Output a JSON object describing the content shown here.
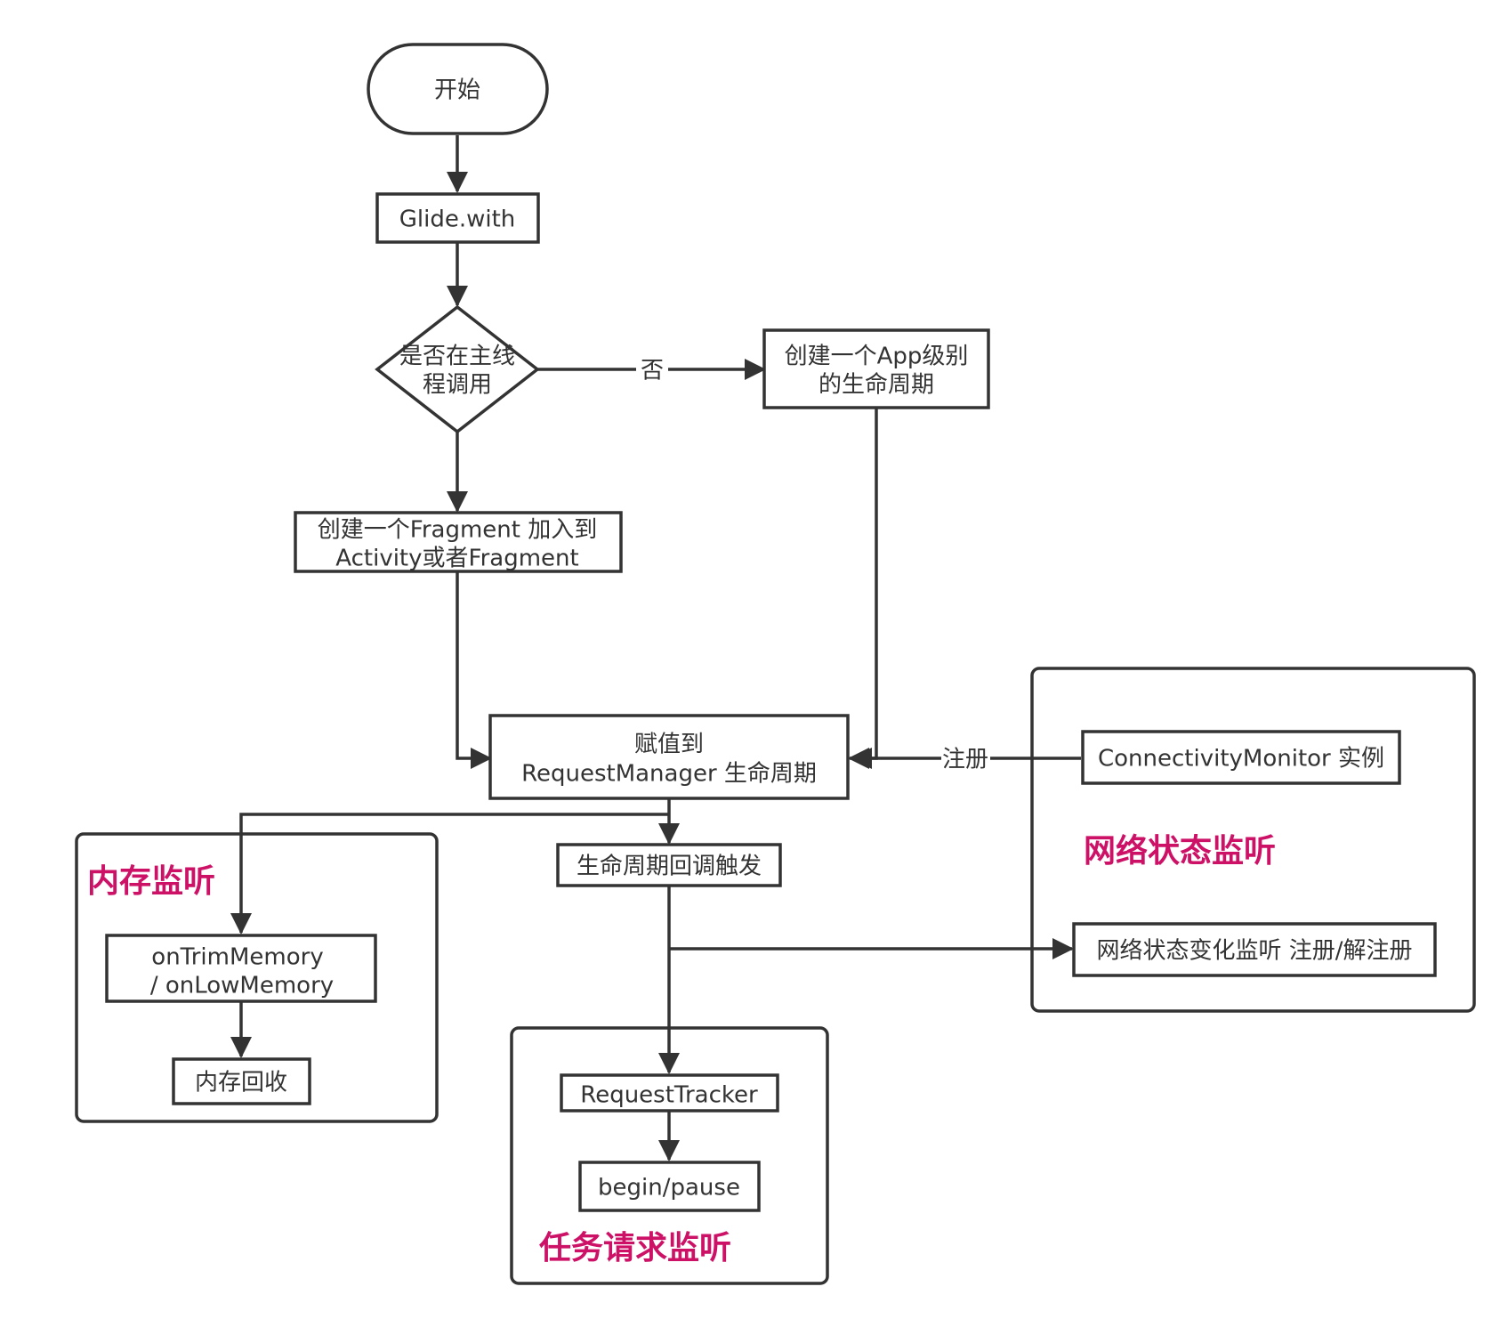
{
  "colors": {
    "stroke": "#333333",
    "group_title": "#cc1166",
    "background": "#ffffff"
  },
  "nodes": {
    "start": "开始",
    "glide_with": "Glide.with",
    "decision": [
      "是否在主线",
      "程调用"
    ],
    "app_lifecycle": [
      "创建一个App级别",
      "的生命周期"
    ],
    "create_fragment": [
      "创建一个Fragment 加入到",
      "Activity或者Fragment"
    ],
    "assign_lifecycle": [
      "赋值到",
      "RequestManager 生命周期"
    ],
    "lifecycle_trigger": "生命周期回调触发",
    "on_trim_memory": [
      "onTrimMemory",
      "/ onLowMemory"
    ],
    "memory_recycle": "内存回收",
    "request_tracker": "RequestTracker",
    "begin_pause": "begin/pause",
    "connectivity_monitor": "ConnectivityMonitor 实例",
    "network_register": "网络状态变化监听 注册/解注册"
  },
  "edge_labels": {
    "no": "否",
    "register": "注册"
  },
  "groups": {
    "memory": "内存监听",
    "request": "任务请求监听",
    "network": "网络状态监听"
  }
}
